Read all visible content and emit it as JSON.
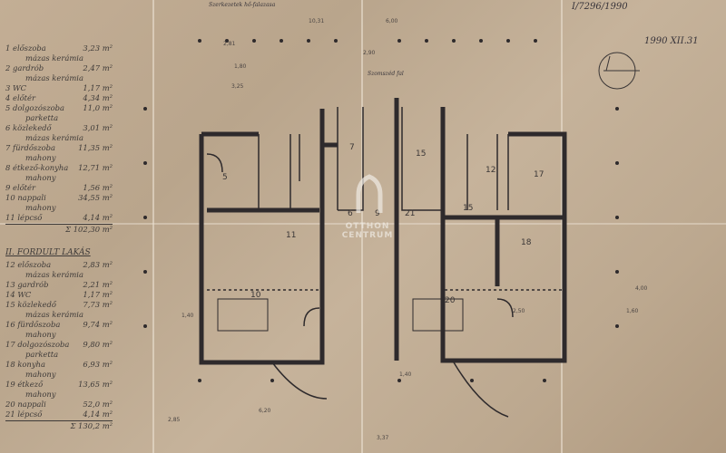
{
  "header": {
    "reference": "I/7296/1990",
    "date": "1990 XII.31",
    "top_note": "Szerkezetek hő-falazasa",
    "staircase_note": "Szomszéd fal"
  },
  "watermark": {
    "line1": "OTTHON",
    "line2": "CENTRUM"
  },
  "legend_1": {
    "items": [
      {
        "label": "1 előszoba",
        "area": "3,23 m²",
        "finish": "mázas kerámia"
      },
      {
        "label": "2 gardrób",
        "area": "2,47 m²",
        "finish": "mázas kerámia"
      },
      {
        "label": "3 WC",
        "area": "1,17 m²",
        "finish": ""
      },
      {
        "label": "4 előtér",
        "area": "4,34 m²",
        "finish": ""
      },
      {
        "label": "5 dolgozószoba",
        "area": "11,0 m²",
        "finish": "parketta"
      },
      {
        "label": "6 közlekedő",
        "area": "3,01 m²",
        "finish": "mázas kerámia"
      },
      {
        "label": "7 fürdőszoba",
        "area": "11,35 m²",
        "finish": "mahony"
      },
      {
        "label": "8 étkező-konyha",
        "area": "12,71 m²",
        "finish": "mahony"
      },
      {
        "label": "9 előtér",
        "area": "1,56 m²",
        "finish": ""
      },
      {
        "label": "10 nappali",
        "area": "34,55 m²",
        "finish": "mahony"
      },
      {
        "label": "11 lépcső",
        "area": "4,14 m²",
        "finish": ""
      }
    ],
    "total": "Σ 102,30 m²"
  },
  "legend_2": {
    "title": "II. FORDULT LAKÁS",
    "items": [
      {
        "label": "12 előszoba",
        "area": "2,83 m²",
        "finish": "mázas kerámia"
      },
      {
        "label": "13 gardrób",
        "area": "2,21 m²",
        "finish": ""
      },
      {
        "label": "14 WC",
        "area": "1,17 m²",
        "finish": ""
      },
      {
        "label": "15 közlekedő",
        "area": "7,73 m²",
        "finish": "mázas kerámia"
      },
      {
        "label": "16 fürdőszoba",
        "area": "9,74 m²",
        "finish": "mahony"
      },
      {
        "label": "17 dolgozószoba",
        "area": "9,80 m²",
        "finish": "parketta"
      },
      {
        "label": "18 konyha",
        "area": "6,93 m²",
        "finish": "mahony"
      },
      {
        "label": "19 étkező",
        "area": "13,65 m²",
        "finish": "mahony"
      },
      {
        "label": "20 nappali",
        "area": "52,0 m²",
        "finish": ""
      },
      {
        "label": "21 lépcső",
        "area": "4,14 m²",
        "finish": ""
      }
    ],
    "total": "Σ 130,2 m²"
  },
  "rooms": {
    "r5": "5",
    "r6": "6",
    "r7": "7",
    "r10": "10",
    "r11": "11",
    "r9": "9",
    "r15a": "15",
    "r15b": "15",
    "r12": "12",
    "r17": "17",
    "r18": "18",
    "r20": "20",
    "r21": "21"
  },
  "dimensions": {
    "d1": "10,31",
    "d2": "2,81",
    "d3": "1,80",
    "d4": "3,25",
    "d5": "6,00",
    "d6": "2,90",
    "d7": "1,40",
    "d8": "6,20",
    "d9": "2,50",
    "d10": "4,00",
    "d11": "1,60",
    "d12": "3,37",
    "d13": "2,85",
    "d14": "1,40"
  }
}
